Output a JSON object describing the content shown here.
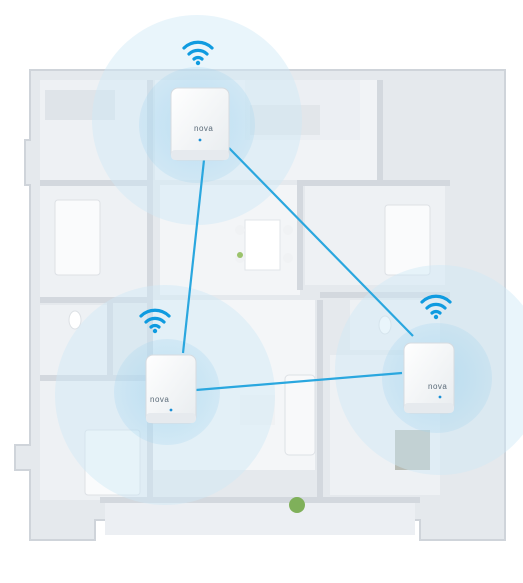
{
  "scene": {
    "kind": "mesh-wifi-floorplan",
    "colors": {
      "coverage": "#9fd3ef",
      "link_line": "#2aa7df",
      "wifi_icon": "#0f9be0",
      "walls": "#d9dde2",
      "floor": "#eef1f4",
      "node_body": "#f7f8f9",
      "node_led": "#1a8fd6"
    }
  },
  "nodes": [
    {
      "id": "top",
      "brand_label": "nova"
    },
    {
      "id": "left",
      "brand_label": "nova"
    },
    {
      "id": "right",
      "brand_label": "nova"
    }
  ],
  "links": [
    {
      "from": "top",
      "to": "left"
    },
    {
      "from": "top",
      "to": "right"
    },
    {
      "from": "left",
      "to": "right"
    }
  ]
}
